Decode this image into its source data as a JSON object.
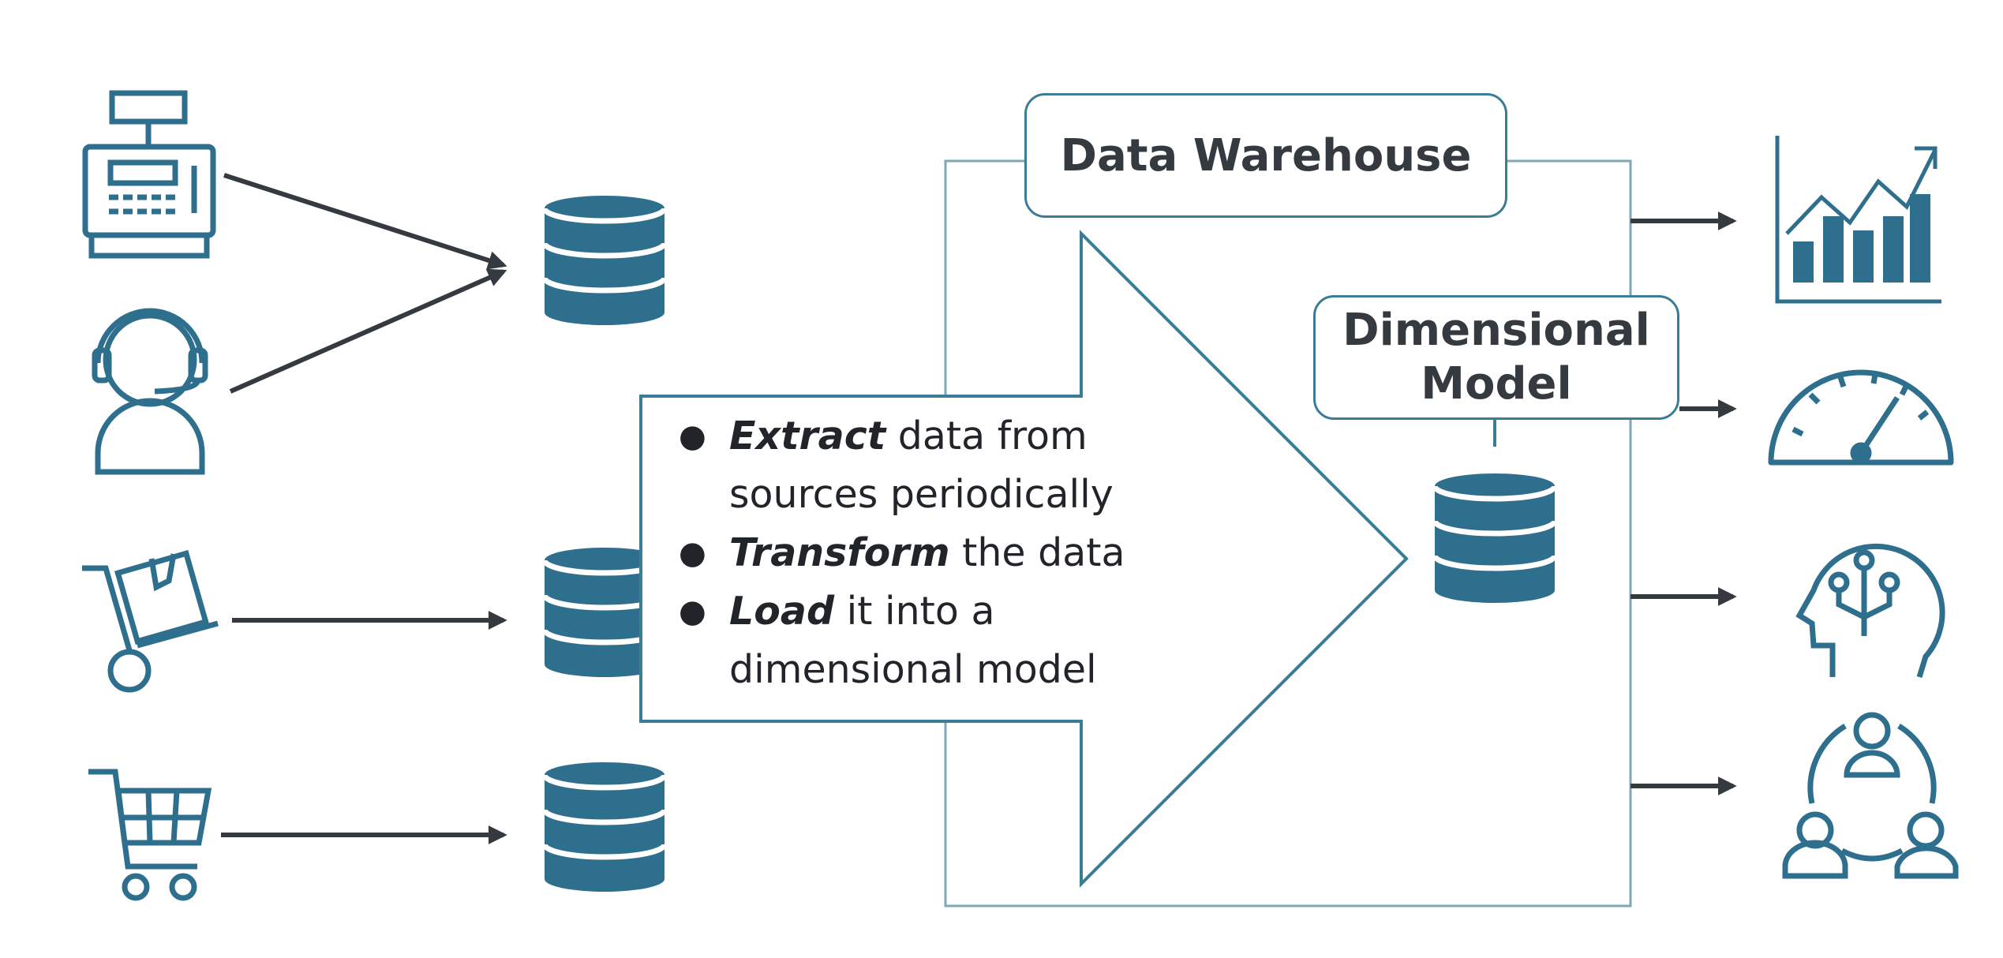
{
  "warehouse": {
    "title": "Data Warehouse"
  },
  "model": {
    "title_line1": "Dimensional",
    "title_line2": "Model"
  },
  "etl_steps": [
    {
      "keyword": "Extract",
      "rest": " data from sources periodically"
    },
    {
      "keyword": "Transform",
      "rest": " the data"
    },
    {
      "keyword": "Load",
      "rest": " it into a dimensional model"
    }
  ],
  "sources": [
    {
      "icon": "cash-register-icon"
    },
    {
      "icon": "call-center-agent-icon"
    },
    {
      "icon": "hand-truck-box-icon"
    },
    {
      "icon": "shopping-cart-icon"
    }
  ],
  "consumers": [
    {
      "icon": "bar-chart-trend-icon"
    },
    {
      "icon": "gauge-dashboard-icon"
    },
    {
      "icon": "head-circuit-ai-icon"
    },
    {
      "icon": "user-network-icon"
    }
  ],
  "colors": {
    "accent": "#2f6f8e",
    "outline": "#3b7c96",
    "arrow": "#343a40",
    "text": "#212529"
  }
}
